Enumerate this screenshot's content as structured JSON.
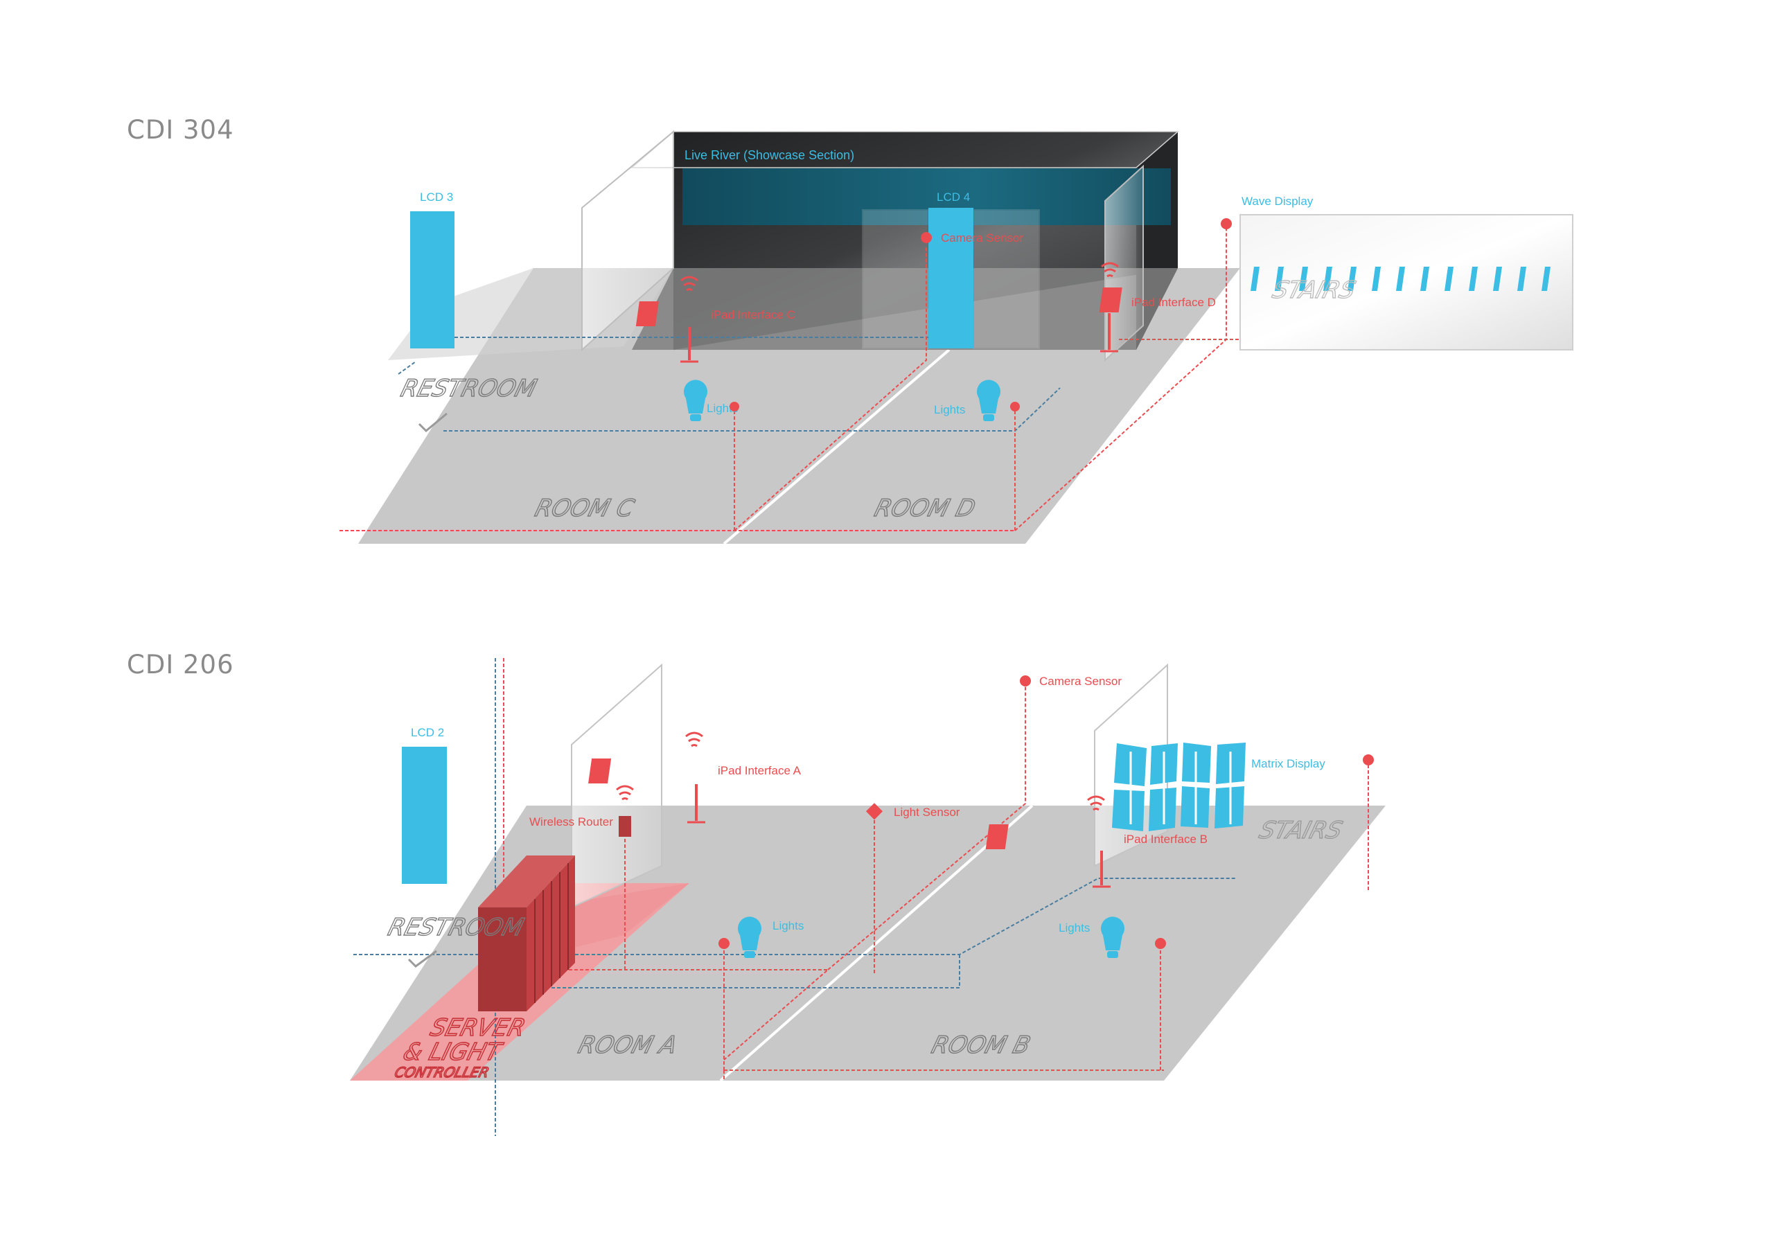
{
  "sections": {
    "top": {
      "title": "CDI 304"
    },
    "bottom": {
      "title": "CDI 206"
    }
  },
  "floor304": {
    "lcd3": "LCD 3",
    "lcd4": "LCD 4",
    "live_river": "Live River (Showcase Section)",
    "camera_sensor": "Camera Sensor",
    "wave_display": "Wave Display",
    "ipad_c": "iPad Interface C",
    "ipad_d": "iPad Interface D",
    "lights_left": "Lights",
    "lights_right": "Lights",
    "restroom": "RESTROOM",
    "stairs": "STAIRS",
    "room_c": "ROOM C",
    "room_d": "ROOM D"
  },
  "floor206": {
    "lcd2": "LCD 2",
    "camera_sensor": "Camera Sensor",
    "ipad_a": "iPad Interface A",
    "ipad_b": "iPad Interface B",
    "matrix_display": "Matrix Display",
    "wireless_router": "Wireless Router",
    "light_sensor": "Light Sensor",
    "lights_left": "Lights",
    "lights_right": "Lights",
    "restroom": "RESTROOM",
    "stairs": "STAIRS",
    "room_a": "ROOM A",
    "room_b": "ROOM B",
    "server_line1": "SERVER",
    "server_line2": "& LIGHT",
    "server_line3": "CONTROLLER"
  },
  "colors": {
    "blue": "#3bbde4",
    "red": "#ea4c4f",
    "floor": "#c8c8c8",
    "dark_wall": "#2f3132",
    "server": "#b03a3c"
  }
}
